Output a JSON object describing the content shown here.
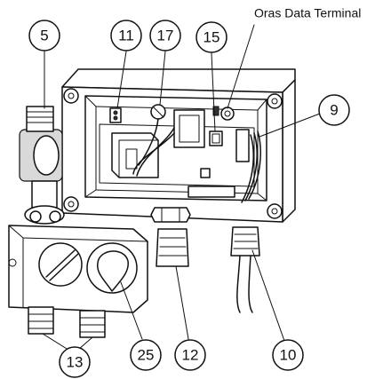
{
  "diagram": {
    "terminal_label": "Oras Data Terminal",
    "callouts": [
      {
        "id": "c5",
        "label": "5"
      },
      {
        "id": "c11",
        "label": "11"
      },
      {
        "id": "c17",
        "label": "17"
      },
      {
        "id": "c15",
        "label": "15"
      },
      {
        "id": "c9",
        "label": "9"
      },
      {
        "id": "c12",
        "label": "12"
      },
      {
        "id": "c10",
        "label": "10"
      },
      {
        "id": "c13",
        "label": "13"
      },
      {
        "id": "c25",
        "label": "25"
      }
    ]
  },
  "colors": {
    "line": "#111111",
    "background": "#ffffff",
    "shade": "#d9d9d9"
  }
}
